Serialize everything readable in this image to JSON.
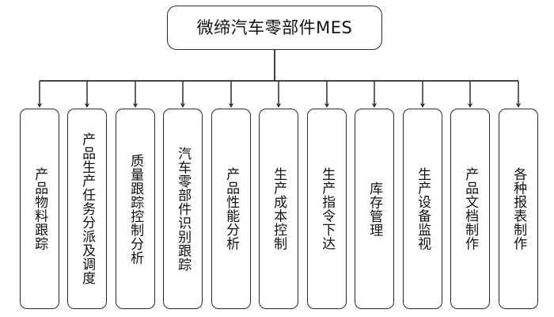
{
  "diagram": {
    "title": "微缔汽车零部件MES",
    "type": "hierarchy-tree",
    "orientation": "top-down",
    "line_color": "#2b2b2b",
    "box_fill": "#ffffff",
    "root": {
      "label": "微缔汽车零部件MES"
    },
    "children": [
      {
        "label": "产品物料跟踪"
      },
      {
        "label": "产品生产任务分派及调度"
      },
      {
        "label": "质量跟踪控制分析"
      },
      {
        "label": "汽车零部件识别跟踪"
      },
      {
        "label": "产品性能分析"
      },
      {
        "label": "生产成本控制"
      },
      {
        "label": "生产指令下达"
      },
      {
        "label": "库存管理"
      },
      {
        "label": "生产设备监视"
      },
      {
        "label": "产品文档制作"
      },
      {
        "label": "各种报表制作"
      }
    ]
  }
}
